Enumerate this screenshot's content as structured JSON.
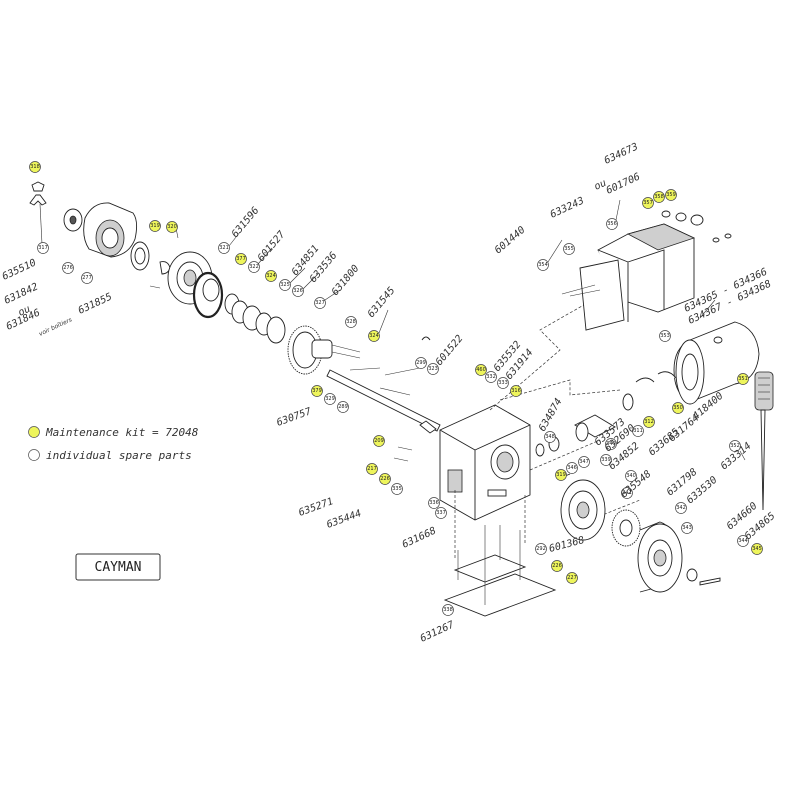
{
  "model": "CAYMAN",
  "legend": {
    "maintenance_kit": "Maintenance kit = 72048",
    "individual_parts": "individual spare parts"
  },
  "colors": {
    "highlight": "#eef55c",
    "line": "#222222",
    "outline_bubble": "#ffffff"
  },
  "note": "voir boîtiers",
  "bubbles": [
    {
      "n": "318",
      "hl": true
    },
    {
      "n": "317",
      "hl": false
    },
    {
      "n": "276",
      "hl": false
    },
    {
      "n": "277",
      "hl": false
    },
    {
      "n": "319",
      "hl": true
    },
    {
      "n": "320",
      "hl": true
    },
    {
      "n": "321",
      "hl": false
    },
    {
      "n": "377",
      "hl": true
    },
    {
      "n": "322",
      "hl": false
    },
    {
      "n": "324",
      "hl": true
    },
    {
      "n": "325",
      "hl": false
    },
    {
      "n": "326",
      "hl": false
    },
    {
      "n": "327",
      "hl": false
    },
    {
      "n": "324",
      "hl": true
    },
    {
      "n": "328",
      "hl": false
    },
    {
      "n": "299",
      "hl": false
    },
    {
      "n": "323",
      "hl": false
    },
    {
      "n": "460",
      "hl": true
    },
    {
      "n": "332",
      "hl": false
    },
    {
      "n": "333",
      "hl": false
    },
    {
      "n": "316",
      "hl": true
    },
    {
      "n": "379",
      "hl": true
    },
    {
      "n": "329",
      "hl": false
    },
    {
      "n": "289",
      "hl": false
    },
    {
      "n": "209",
      "hl": true
    },
    {
      "n": "217",
      "hl": true
    },
    {
      "n": "226",
      "hl": true
    },
    {
      "n": "335",
      "hl": false
    },
    {
      "n": "336",
      "hl": false
    },
    {
      "n": "337",
      "hl": false
    },
    {
      "n": "354",
      "hl": false
    },
    {
      "n": "355",
      "hl": false
    },
    {
      "n": "356",
      "hl": false
    },
    {
      "n": "357",
      "hl": true
    },
    {
      "n": "358",
      "hl": true
    },
    {
      "n": "359",
      "hl": true
    },
    {
      "n": "353",
      "hl": false
    },
    {
      "n": "351",
      "hl": true
    },
    {
      "n": "350",
      "hl": true
    },
    {
      "n": "312",
      "hl": true
    },
    {
      "n": "311",
      "hl": false
    },
    {
      "n": "348",
      "hl": false
    },
    {
      "n": "346",
      "hl": false
    },
    {
      "n": "347",
      "hl": false
    },
    {
      "n": "339",
      "hl": false
    },
    {
      "n": "349",
      "hl": false
    },
    {
      "n": "319",
      "hl": true
    },
    {
      "n": "340",
      "hl": false
    },
    {
      "n": "341",
      "hl": false
    },
    {
      "n": "342",
      "hl": false
    },
    {
      "n": "343",
      "hl": false
    },
    {
      "n": "344",
      "hl": false
    },
    {
      "n": "345",
      "hl": true
    },
    {
      "n": "352",
      "hl": false
    },
    {
      "n": "292",
      "hl": false
    },
    {
      "n": "226",
      "hl": true
    },
    {
      "n": "227",
      "hl": true
    },
    {
      "n": "338",
      "hl": false
    }
  ],
  "part_refs": [
    "631596",
    "601527",
    "634851",
    "633536",
    "631800",
    "631545",
    "631855",
    "635510",
    "631842",
    "ou",
    "631846",
    "601522",
    "635532",
    "631914",
    "630757",
    "601440",
    "633243",
    "634673",
    "ou",
    "601706",
    "634365 - 634366",
    "634367 - 634368",
    "418400",
    "631764",
    "634874",
    "633573",
    "632690",
    "633685",
    "634852",
    "635548",
    "631798",
    "633530",
    "634660",
    "634865",
    "633314",
    "635271",
    "635444",
    "631668",
    "601368",
    "631267"
  ]
}
